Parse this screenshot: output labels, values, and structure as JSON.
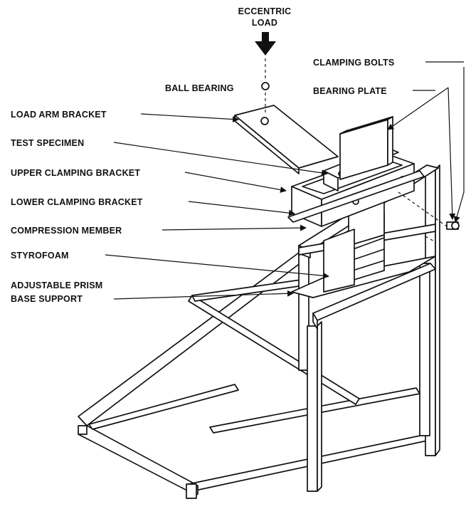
{
  "labels": {
    "eccentric_load_line1": "ECCENTRIC",
    "eccentric_load_line2": "LOAD",
    "ball_bearing": "BALL BEARING",
    "clamping_bolts": "CLAMPING BOLTS",
    "bearing_plate": "BEARING PLATE",
    "load_arm_bracket": "LOAD ARM BRACKET",
    "test_specimen": "TEST SPECIMEN",
    "upper_clamping_bracket": "UPPER CLAMPING BRACKET",
    "lower_clamping_bracket": "LOWER CLAMPING BRACKET",
    "compression_member": "COMPRESSION MEMBER",
    "styrofoam": "STYROFOAM",
    "adjustable_prism_line1": "ADJUSTABLE PRISM",
    "adjustable_prism_line2": "BASE SUPPORT"
  },
  "colors": {
    "ink": "#111111",
    "paper": "#ffffff"
  }
}
